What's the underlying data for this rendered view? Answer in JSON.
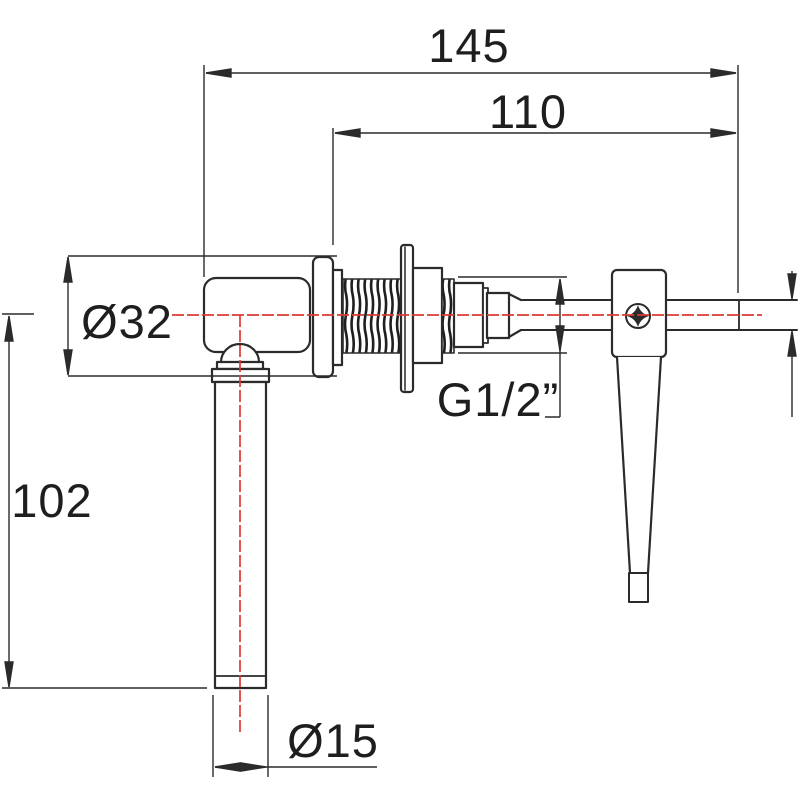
{
  "drawing": {
    "type": "technical-dimension-drawing",
    "subject": "wall-mounted lever valve, side elevation",
    "labels": {
      "width_overall": "145",
      "width_projection": "110",
      "body_diameter": "Ø32",
      "drop_length": "102",
      "thread_size": "G1/2”",
      "pipe_diameter": "Ø15"
    },
    "colors": {
      "line": "#2b2b2b",
      "centerline": "#dd3a33",
      "background": "#ffffff"
    }
  }
}
